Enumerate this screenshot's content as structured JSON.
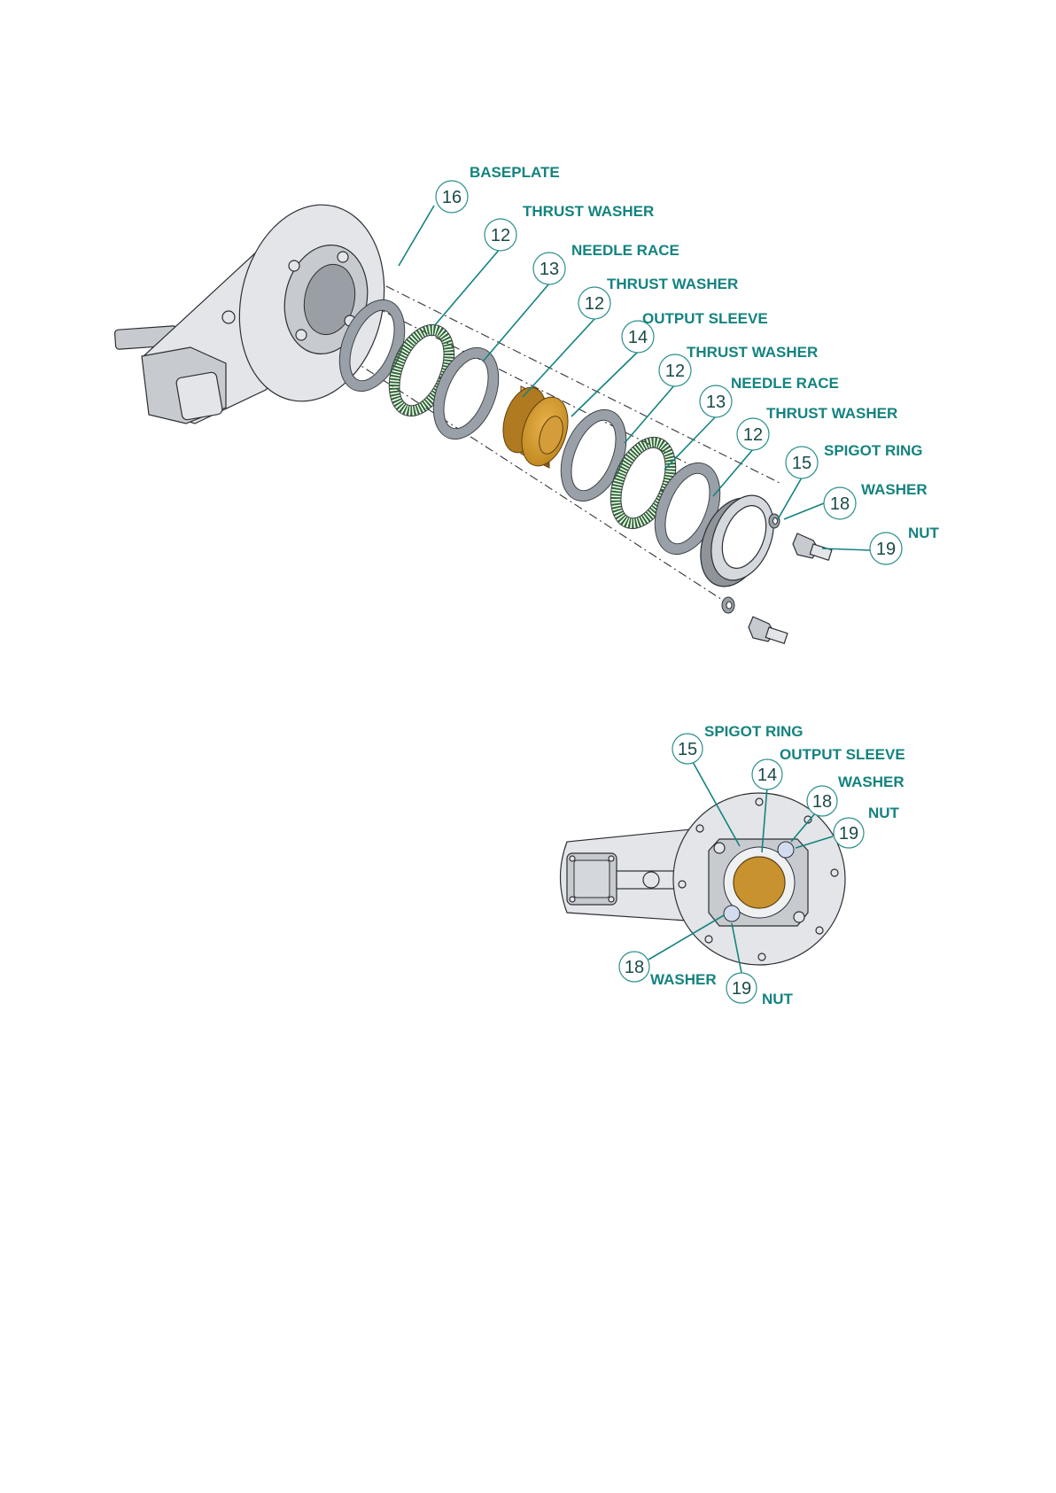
{
  "figures": {
    "exploded_view": {
      "callouts": [
        {
          "id": "c-baseplate",
          "number": "16",
          "label": "BASEPLATE"
        },
        {
          "id": "c-thrust-washer-1",
          "number": "12",
          "label": "THRUST WASHER"
        },
        {
          "id": "c-needle-race-1",
          "number": "13",
          "label": "NEEDLE RACE"
        },
        {
          "id": "c-thrust-washer-2",
          "number": "12",
          "label": "THRUST WASHER"
        },
        {
          "id": "c-output-sleeve",
          "number": "14",
          "label": "OUTPUT SLEEVE"
        },
        {
          "id": "c-thrust-washer-3",
          "number": "12",
          "label": "THRUST WASHER"
        },
        {
          "id": "c-needle-race-2",
          "number": "13",
          "label": "NEEDLE RACE"
        },
        {
          "id": "c-thrust-washer-4",
          "number": "12",
          "label": "THRUST WASHER"
        },
        {
          "id": "c-spigot-ring",
          "number": "15",
          "label": "SPIGOT RING"
        },
        {
          "id": "c-washer",
          "number": "18",
          "label": "WASHER"
        },
        {
          "id": "c-nut",
          "number": "19",
          "label": "NUT"
        }
      ]
    },
    "assembled_view": {
      "callouts": [
        {
          "id": "a-spigot-ring",
          "number": "15",
          "label": "SPIGOT RING"
        },
        {
          "id": "a-output-sleeve",
          "number": "14",
          "label": "OUTPUT SLEEVE"
        },
        {
          "id": "a-washer-1",
          "number": "18",
          "label": "WASHER"
        },
        {
          "id": "a-nut-1",
          "number": "19",
          "label": "NUT"
        },
        {
          "id": "a-washer-2",
          "number": "18",
          "label": "WASHER"
        },
        {
          "id": "a-nut-2",
          "number": "19",
          "label": "NUT"
        }
      ]
    }
  },
  "colors": {
    "callout_teal": "#14837f",
    "output_sleeve_bronze": "#c8922e",
    "needle_race_green": "#2f6b34",
    "washer_blue": "#d3dcef",
    "metal_grey": "#e3e5e8"
  }
}
